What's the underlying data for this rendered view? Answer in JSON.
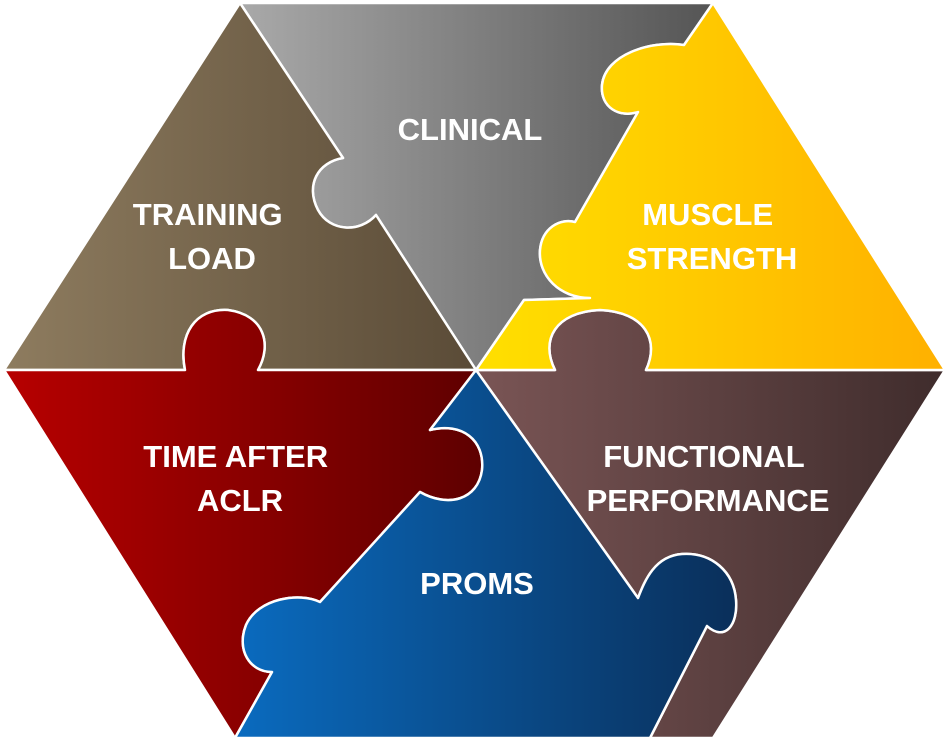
{
  "segments": {
    "clinical": {
      "lines": [
        "CLINICAL"
      ],
      "color_from": "#a9a9a9",
      "color_to": "#555555"
    },
    "training_load": {
      "lines": [
        "TRAINING",
        "LOAD"
      ],
      "color_from": "#8e7c5f",
      "color_to": "#5a4b37"
    },
    "muscle_strength": {
      "lines": [
        "MUSCLE",
        "STRENGTH"
      ],
      "color_from": "#ffe000",
      "color_to": "#ffb000"
    },
    "time_after_aclr": {
      "lines": [
        "TIME AFTER",
        "ACLR"
      ],
      "color_from": "#b70000",
      "color_to": "#5e0000"
    },
    "proms": {
      "lines": [
        "PROMS"
      ],
      "color_from": "#0a6bbf",
      "color_to": "#0a2f5a"
    },
    "functional_performance": {
      "lines": [
        "FUNCTIONAL",
        "PERFORMANCE"
      ],
      "color_from": "#7a5555",
      "color_to": "#3f2c2c"
    }
  }
}
